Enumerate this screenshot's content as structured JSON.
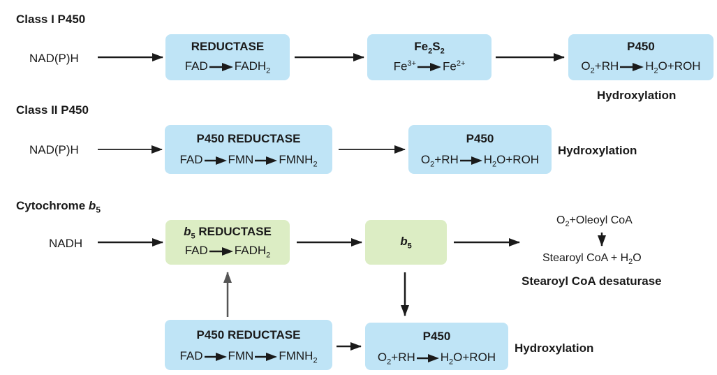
{
  "class1": {
    "heading": "Class I P450",
    "source": "NAD(P)H",
    "reductase_title": "REDUCTASE",
    "reductase_from": "FAD",
    "reductase_to_base": "FADH",
    "reductase_to_sub": "2",
    "fes_fe1": "Fe",
    "fes_sub1": "2",
    "fes_s": "S",
    "fes_sub2": "2",
    "fe_from": "Fe",
    "fe_from_sup": "3+",
    "fe_to": "Fe",
    "fe_to_sup": "2+",
    "p450_title": "P450",
    "p450_o2": "O",
    "p450_o2_sub": "2",
    "p450_rh": "+RH",
    "p450_h": "H",
    "p450_h_sub": "2",
    "p450_roh": "O+ROH",
    "outcome": "Hydroxylation"
  },
  "class2": {
    "heading": "Class II P450",
    "source": "NAD(P)H",
    "reductase_title": "P450 REDUCTASE",
    "fad": "FAD",
    "fmn": "FMN",
    "fmnh_base": "FMNH",
    "fmnh_sub": "2",
    "p450_title": "P450",
    "p450_o2": "O",
    "p450_o2_sub": "2",
    "p450_rh": "+RH",
    "p450_h": "H",
    "p450_h_sub": "2",
    "p450_roh": "O+ROH",
    "outcome": "Hydroxylation"
  },
  "cytb5": {
    "heading_base": "Cytochrome ",
    "heading_b": "b",
    "heading_sub": "5",
    "source": "NADH",
    "b5red_b": "b",
    "b5red_sub": "5",
    "b5red_title": " REDUCTASE",
    "b5red_from": "FAD",
    "b5red_to_base": "FADH",
    "b5red_to_sub": "2",
    "b5_b": "b",
    "b5_sub": "5",
    "desat_top_o": "O",
    "desat_top_sub": "2",
    "desat_top_rest": "+Oleoyl CoA",
    "desat_bottom_base": "Stearoyl CoA + H",
    "desat_bottom_sub": "2",
    "desat_bottom_o": "O",
    "desat_name": "Stearoyl CoA desaturase",
    "reductase_title": "P450 REDUCTASE",
    "fad": "FAD",
    "fmn": "FMN",
    "fmnh_base": "FMNH",
    "fmnh_sub": "2",
    "p450_title": "P450",
    "p450_o2": "O",
    "p450_o2_sub": "2",
    "p450_rh": "+RH",
    "p450_h": "H",
    "p450_h_sub": "2",
    "p450_roh": "O+ROH",
    "outcome": "Hydroxylation"
  },
  "colors": {
    "blue_box": "#bfe4f6",
    "green_box": "#dcedc4",
    "arrow": "#1a1a1a",
    "up_arrow": "#555555"
  }
}
